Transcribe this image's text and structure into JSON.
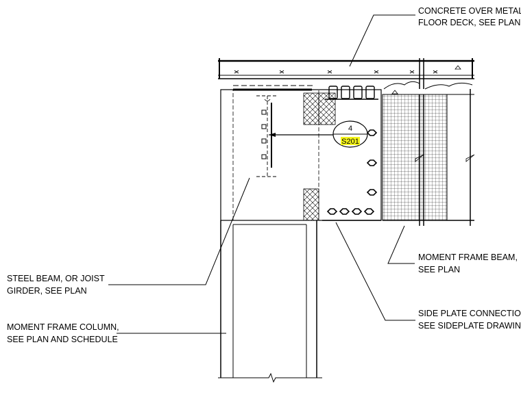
{
  "notes": {
    "deck": {
      "line1": "CONCRETE OVER METAL",
      "line2": "FLOOR DECK, SEE PLAN"
    },
    "beam": {
      "line1": "STEEL BEAM, OR JOIST",
      "line2": "GIRDER, SEE PLAN"
    },
    "column": {
      "line1": "MOMENT FRAME COLUMN,",
      "line2": "SEE PLAN AND SCHEDULE"
    },
    "moment_beam": {
      "line1": "MOMENT FRAME BEAM,",
      "line2": "SEE PLAN"
    },
    "side_plate": {
      "line1": "SIDE PLATE CONNECTION,",
      "line2": "SEE SIDEPLATE DRAWINGS"
    }
  },
  "section_tag": {
    "number": "4",
    "sheet": "S201",
    "highlight": "#f5f51a"
  }
}
